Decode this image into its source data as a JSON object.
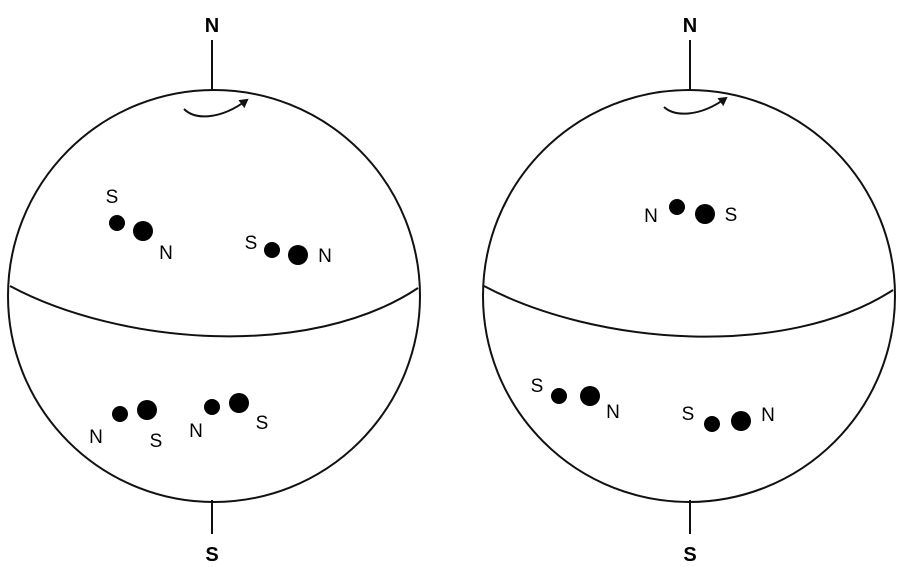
{
  "colors": {
    "ink": "#000000",
    "background": "#ffffff"
  },
  "left_globe": {
    "north_pole": "N",
    "south_pole": "S",
    "northern_hemisphere": [
      {
        "leading": "S",
        "trailing": "N"
      },
      {
        "leading": "S",
        "trailing": "N"
      }
    ],
    "southern_hemisphere": [
      {
        "leading": "N",
        "trailing": "S"
      },
      {
        "leading": "N",
        "trailing": "S"
      }
    ]
  },
  "right_globe": {
    "north_pole": "N",
    "south_pole": "S",
    "northern_hemisphere": [
      {
        "leading": "N",
        "trailing": "S"
      }
    ],
    "southern_hemisphere": [
      {
        "leading": "S",
        "trailing": "N"
      },
      {
        "leading": "S",
        "trailing": "N"
      }
    ]
  }
}
